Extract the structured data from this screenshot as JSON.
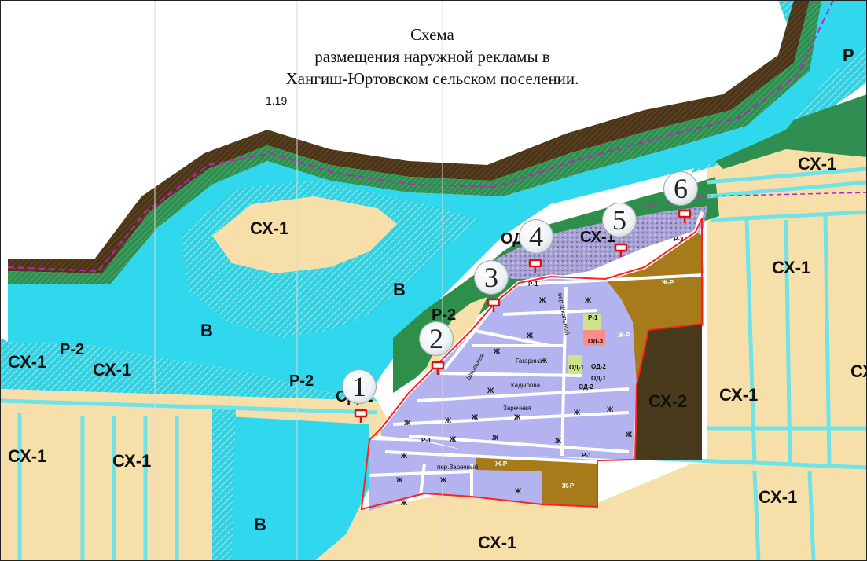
{
  "title": {
    "line1": "Схема",
    "line2": "размещения наружной рекламы в",
    "line3": "Хангиш-Юртовском сельском поселении."
  },
  "code": "1.19",
  "colors": {
    "water": "#29d9ee",
    "water_hatch": "#6ee3e8",
    "farmland": "#f7dfaa",
    "forest": "#2e8f4a",
    "forest_light": "#7fc7a4",
    "bank_brown": "#5a3a1a",
    "residential": "#b3b3f0",
    "residential_reserve": "#a87b1a",
    "farm2": "#4a3a1c",
    "recreation": "#cfe38a",
    "boundary_red": "#ff2020",
    "boundary_magenta": "#c020c0",
    "roads": "#ffffff"
  },
  "zone_labels": [
    {
      "id": "cx1-island",
      "text": "СХ-1"
    },
    {
      "id": "v-upper",
      "text": "В"
    },
    {
      "id": "v-left",
      "text": "В"
    },
    {
      "id": "v-lower",
      "text": "В"
    },
    {
      "id": "p-top-right",
      "text": "Р"
    },
    {
      "id": "cx1-top-right",
      "text": "СХ-1"
    },
    {
      "id": "cx1-right-1",
      "text": "СХ-1"
    },
    {
      "id": "cx1-right-2",
      "text": "СХ-1"
    },
    {
      "id": "cx-edge",
      "text": "СХ"
    },
    {
      "id": "cx1-bottom-right",
      "text": "СХ-1"
    },
    {
      "id": "cx1-bottom",
      "text": "СХ-1"
    },
    {
      "id": "cx1-left-1",
      "text": "СХ-1"
    },
    {
      "id": "p2-left",
      "text": "Р-2"
    },
    {
      "id": "cx1-left-2",
      "text": "СХ-1"
    },
    {
      "id": "cx1-left-3",
      "text": "СХ-1"
    },
    {
      "id": "cx1-left-4",
      "text": "СХ-1"
    },
    {
      "id": "p2-mid",
      "text": "Р-2"
    },
    {
      "id": "p2-center",
      "text": "Р-2"
    },
    {
      "id": "od1-lower",
      "text": "ОД-1"
    },
    {
      "id": "od1-upper",
      "text": "ОД-1"
    },
    {
      "id": "cx1-north",
      "text": "СХ-1"
    },
    {
      "id": "cx2",
      "text": "СХ-2"
    }
  ],
  "small_labels": [
    {
      "id": "zh-1",
      "text": "Ж"
    },
    {
      "id": "zh-2",
      "text": "Ж"
    },
    {
      "id": "zh-3",
      "text": "Ж"
    },
    {
      "id": "zh-4",
      "text": "Ж"
    },
    {
      "id": "zh-5",
      "text": "Ж"
    },
    {
      "id": "zh-6",
      "text": "Ж"
    },
    {
      "id": "zh-7",
      "text": "Ж"
    },
    {
      "id": "zh-8",
      "text": "Ж"
    },
    {
      "id": "zh-9",
      "text": "Ж"
    },
    {
      "id": "zh-10",
      "text": "Ж"
    },
    {
      "id": "zh-11",
      "text": "Ж"
    },
    {
      "id": "zh-12",
      "text": "Ж"
    },
    {
      "id": "zh-13",
      "text": "Ж"
    },
    {
      "id": "zh-14",
      "text": "Ж"
    },
    {
      "id": "zh-15",
      "text": "Ж"
    },
    {
      "id": "zh-16",
      "text": "Ж"
    },
    {
      "id": "zh-17",
      "text": "Ж"
    },
    {
      "id": "zh-18",
      "text": "Ж"
    },
    {
      "id": "zh-19",
      "text": "Ж"
    },
    {
      "id": "zh-20",
      "text": "Ж"
    },
    {
      "id": "zh-21",
      "text": "Ж"
    },
    {
      "id": "zhr-1",
      "text": "Ж-Р"
    },
    {
      "id": "zhr-2",
      "text": "Ж-Р"
    },
    {
      "id": "zhr-3",
      "text": "Ж-Р"
    },
    {
      "id": "zhr-4",
      "text": "Ж-Р"
    },
    {
      "id": "od2-1",
      "text": "ОД-2"
    },
    {
      "id": "od2-2",
      "text": "ОД-2"
    },
    {
      "id": "od1-s",
      "text": "ОД-1"
    },
    {
      "id": "od3",
      "text": "ОД-3"
    },
    {
      "id": "od1-s2",
      "text": "ОД-1"
    },
    {
      "id": "p1-1",
      "text": "Р-1"
    },
    {
      "id": "p1-2",
      "text": "Р-1"
    },
    {
      "id": "p1-3",
      "text": "Р-1"
    },
    {
      "id": "p1-4",
      "text": "Р-1"
    },
    {
      "id": "p1-5",
      "text": "Р-1"
    },
    {
      "id": "p3",
      "text": "Р-3"
    }
  ],
  "street_labels": [
    {
      "id": "st-gagarina",
      "text": "Гагарина"
    },
    {
      "id": "st-kadyrova",
      "text": "Кадырова"
    },
    {
      "id": "st-zarechnaya",
      "text": "Заречная"
    },
    {
      "id": "st-shkolnaya",
      "text": "Школьная"
    },
    {
      "id": "st-zarechniy-per",
      "text": "пер.Заречный"
    },
    {
      "id": "st-school-per",
      "text": "пер.Школьный"
    }
  ],
  "billboards": [
    {
      "number": "1"
    },
    {
      "number": "2"
    },
    {
      "number": "3"
    },
    {
      "number": "4"
    },
    {
      "number": "5"
    },
    {
      "number": "6"
    }
  ]
}
